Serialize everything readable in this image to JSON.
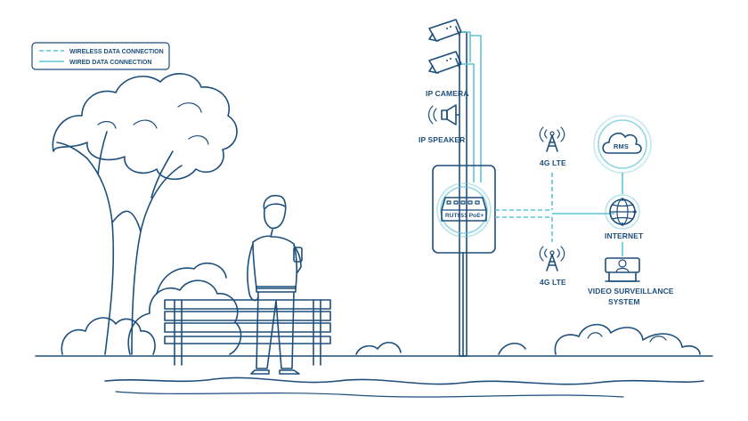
{
  "legend": {
    "wireless": "WIRELESS DATA CONNECTION",
    "wired": "WIRED DATA CONNECTION"
  },
  "labels": {
    "ip_camera": "IP CAMERA",
    "ip_speaker": "IP SPEAKER",
    "lte_top": "4G LTE",
    "lte_bottom": "4G LTE",
    "router": "RUT951 PoE+",
    "rms": "RMS",
    "internet": "INTERNET",
    "video_line1": "VIDEO SURVEILLANCE",
    "video_line2": "SYSTEM"
  },
  "colors": {
    "outline": "#1d4f7c",
    "connection": "#5fc3d7"
  }
}
